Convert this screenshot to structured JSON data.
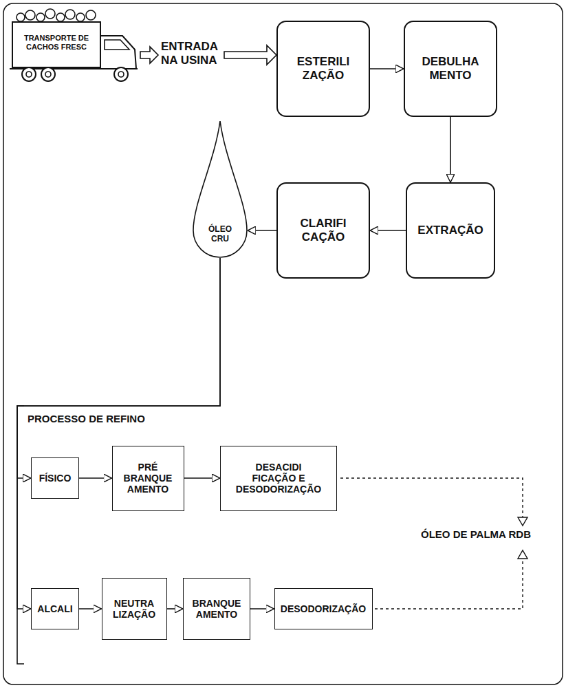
{
  "diagram": {
    "nodes": [
      {
        "text": [
          "TRANSPORTE DE CACHOS FRESC"
        ]
      },
      {
        "text": [
          "ESTERILI ZAÇÃO"
        ]
      },
      {
        "text": [
          "DEBULHA MENTO"
        ]
      },
      {
        "text": [
          "EXTRAÇÃO"
        ]
      },
      {
        "text": [
          "CLARIFI CAÇÃO"
        ]
      },
      {
        "text": [
          "ÓLEO CRU"
        ]
      },
      {
        "text": [
          "FÍSICO"
        ]
      },
      {
        "text": [
          "PRÉ BRANQUE AMENTO"
        ]
      },
      {
        "text": [
          "DESACIDI FICAÇÃO E DESODORIZAÇÃO"
        ]
      },
      {
        "text": [
          "ALCALI"
        ]
      },
      {
        "text": [
          "NEUTRA LIZAÇÃO"
        ]
      },
      {
        "text": [
          "BRANQUE AMENTO"
        ]
      },
      {
        "text": [
          "DESODORIZAÇÃO"
        ]
      }
    ],
    "edges": [
      {
        "from": 1,
        "to": 2,
        "arrow": "to"
      },
      {
        "from": 2,
        "to": 3,
        "arrow": "to"
      },
      {
        "from": 3,
        "to": 4,
        "arrow": "to"
      },
      {
        "from": 4,
        "to": 5,
        "arrow": "to"
      },
      {
        "from": 5,
        "to": 6,
        "arrow": "to"
      },
      {
        "from": 5,
        "to": 9,
        "arrow": "to"
      },
      {
        "from": 6,
        "to": 7,
        "arrow": "to"
      },
      {
        "from": 7,
        "to": 8,
        "arrow": "to"
      },
      {
        "from": 9,
        "to": 10,
        "arrow": "to"
      },
      {
        "from": 10,
        "to": 11,
        "arrow": "to"
      },
      {
        "from": 11,
        "to": 12,
        "arrow": "to"
      }
    ],
    "labels": [
      "ENTRADA NA USINA",
      "PROCESSO DE REFINO",
      "ÓLEO DE PALMA RDB"
    ]
  }
}
